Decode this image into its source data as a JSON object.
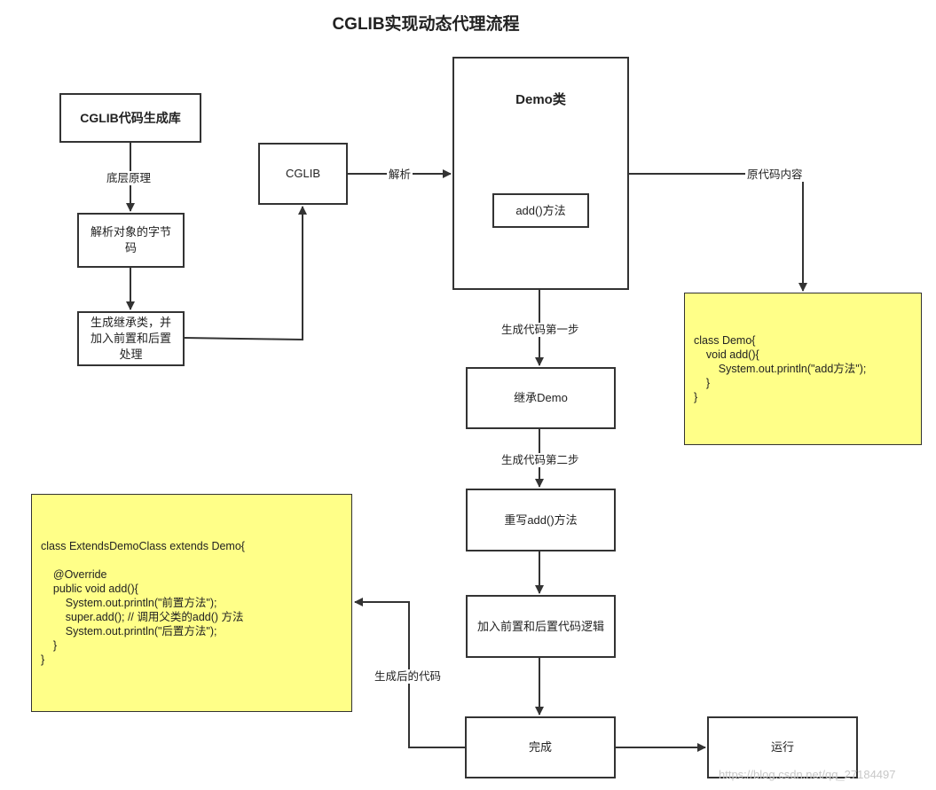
{
  "title": "CGLIB实现动态代理流程",
  "boxes": {
    "cglib_lib": "CGLIB代码生成库",
    "parse_bytecode": "解析对象的字节码",
    "gen_subclass": "生成继承类，并加入前置和后置处理",
    "cglib": "CGLIB",
    "demo_class": "Demo类",
    "add_method": "add()方法",
    "extend_demo": "继承Demo",
    "override_add": "重写add()方法",
    "add_logic": "加入前置和后置代码逻辑",
    "done": "完成",
    "run": "运行"
  },
  "edge_labels": {
    "underlying_principle": "底层原理",
    "parse": "解析",
    "original_code": "原代码内容",
    "step_one": "生成代码第一步",
    "step_two": "生成代码第二步",
    "generated_code": "生成后的代码"
  },
  "notes": {
    "original": [
      "class Demo{",
      "    void add(){",
      "        System.out.println(\"add方法\");",
      "    }",
      "}"
    ],
    "generated": [
      "class ExtendsDemoClass extends Demo{",
      "",
      "    @Override",
      "    public void add(){",
      "        System.out.println(\"前置方法\");",
      "        super.add(); // 调用父类的add() 方法",
      "        System.out.println(\"后置方法\");",
      "    }",
      "}"
    ]
  },
  "watermark": "https://blog.csdn.net/qq_27184497",
  "colors": {
    "note_fill": "#ffff88",
    "stroke": "#333333"
  }
}
